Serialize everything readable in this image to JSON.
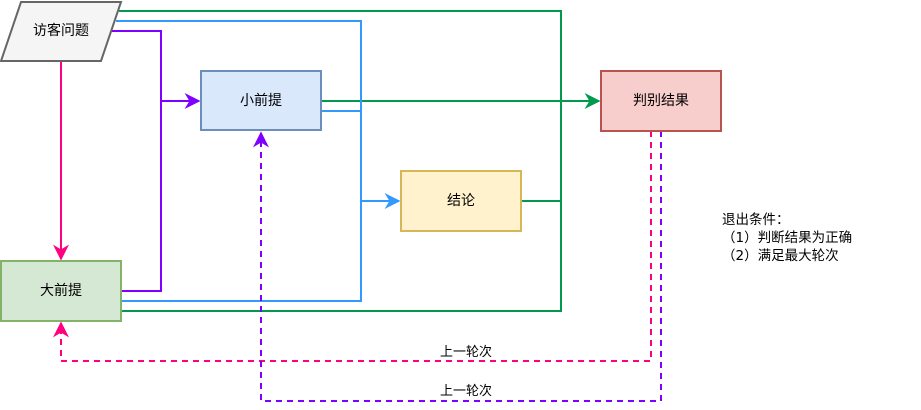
{
  "diagram": {
    "nodes": {
      "visitor_question": {
        "label": "访客问题",
        "fill": "#f5f5f5",
        "stroke": "#666666"
      },
      "minor_premise": {
        "label": "小前提",
        "fill": "#dae8fc",
        "stroke": "#6c8ebf"
      },
      "conclusion": {
        "label": "结论",
        "fill": "#fff2cc",
        "stroke": "#d6b656"
      },
      "judge_result": {
        "label": "判别结果",
        "fill": "#f8cecc",
        "stroke": "#b85450"
      },
      "major_premise": {
        "label": "大前提",
        "fill": "#d5e8d4",
        "stroke": "#82b366"
      }
    },
    "edge_colors": {
      "green": "#00994d",
      "blue": "#3399ff",
      "purple": "#7f00ff",
      "pink": "#ff0080"
    },
    "edge_labels": {
      "loop_pink": "上一轮次",
      "loop_purple": "上一轮次"
    },
    "note": {
      "title": "退出条件：",
      "lines": [
        "（1）判断结果为正确",
        "（2）满足最大轮次"
      ]
    }
  }
}
